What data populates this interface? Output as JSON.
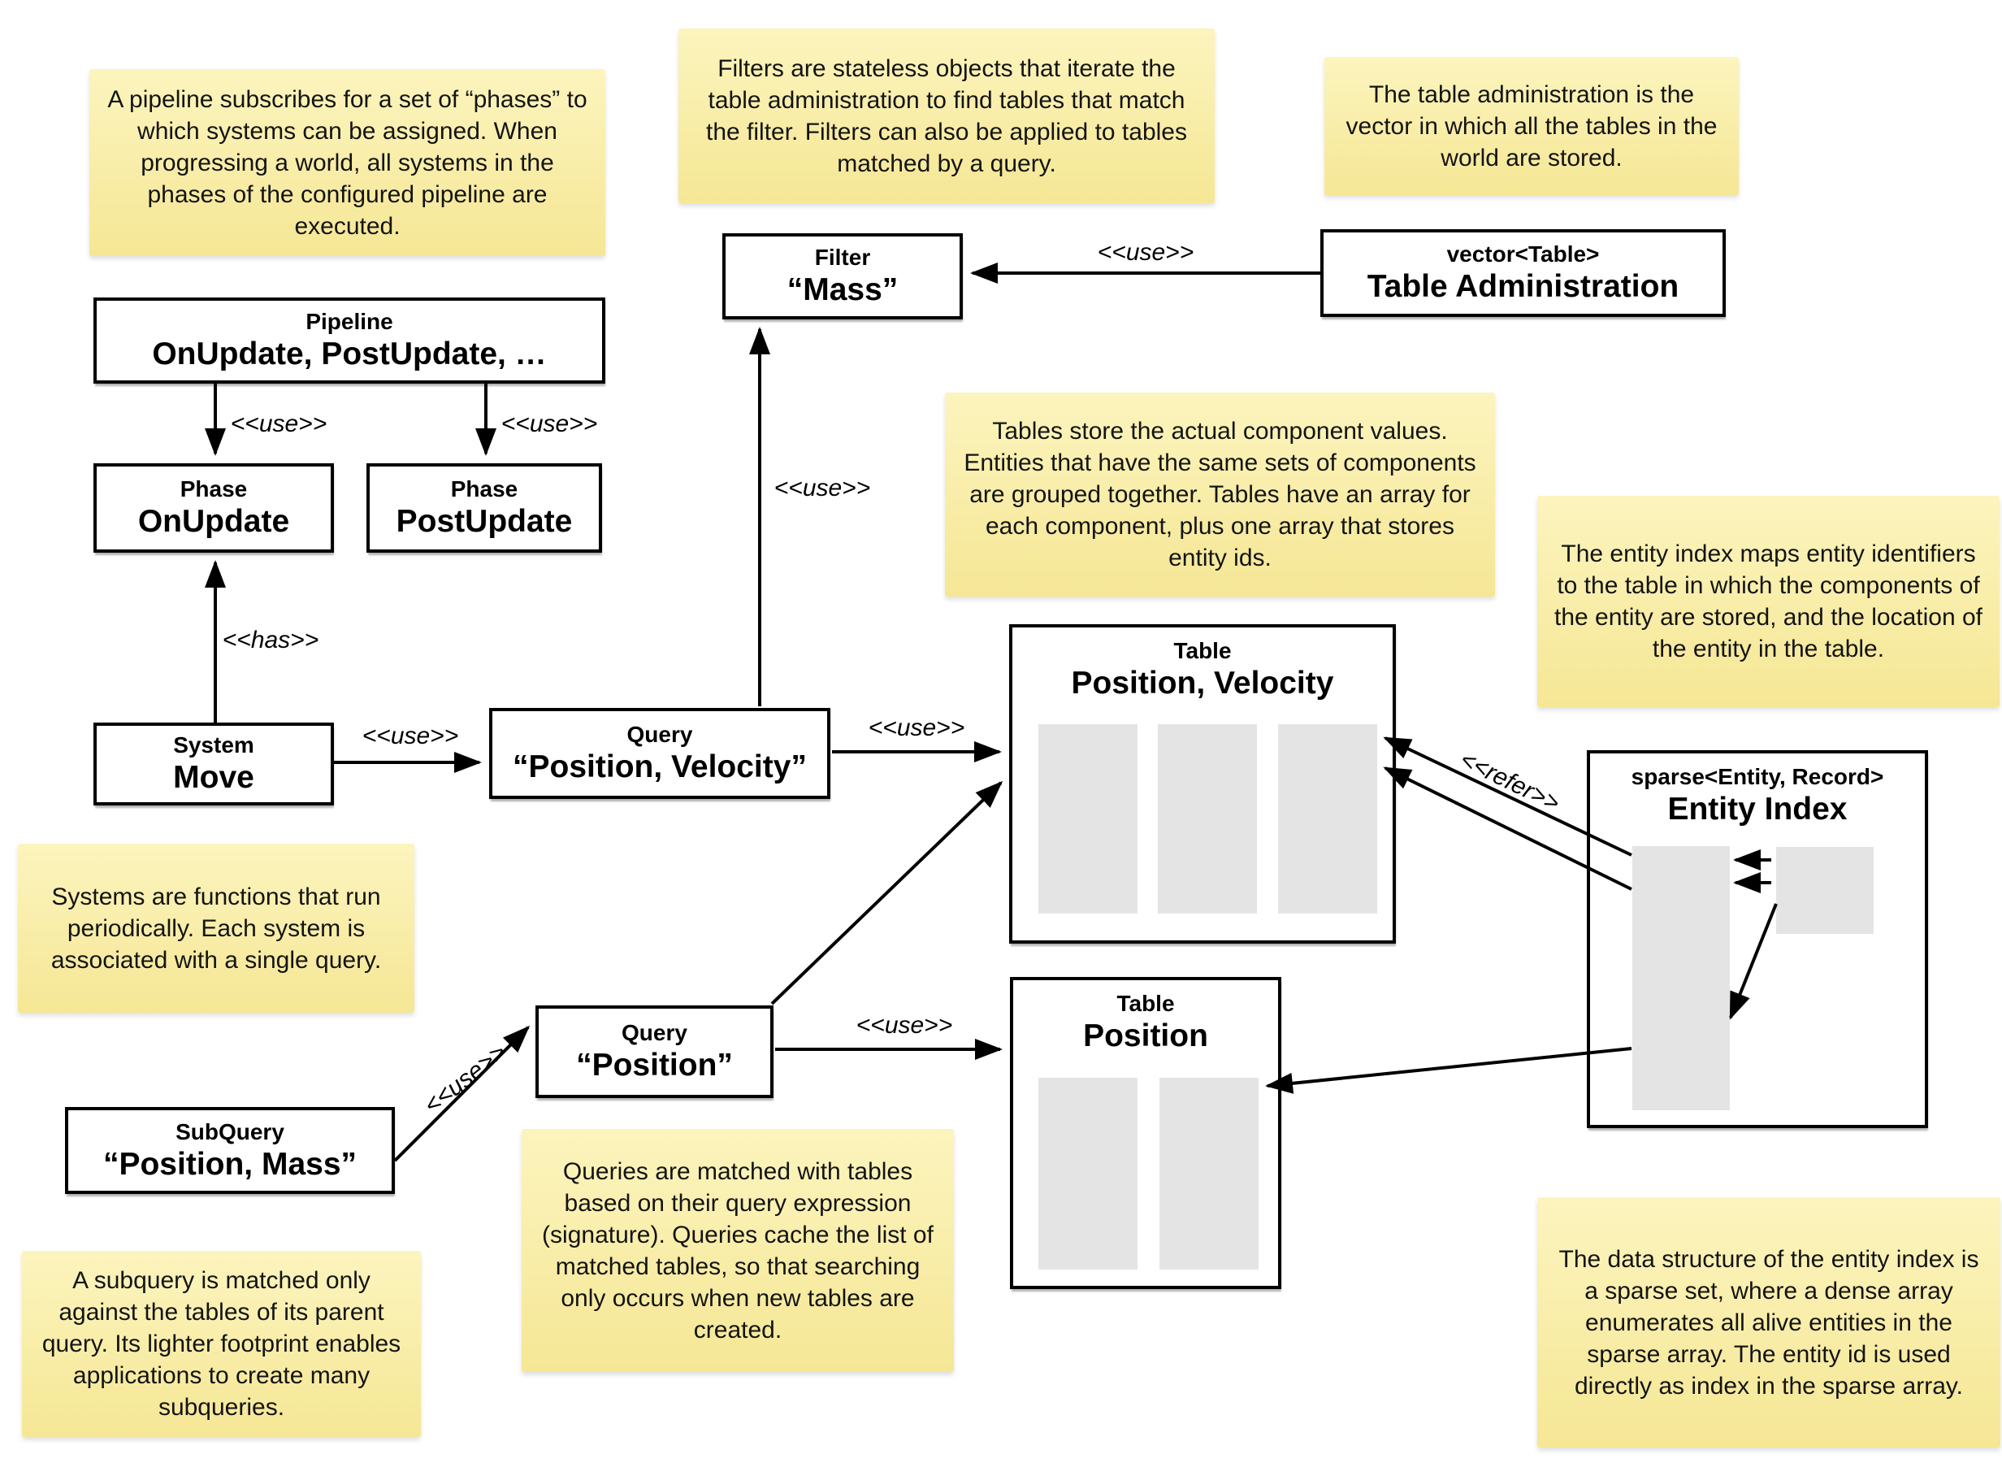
{
  "notes": {
    "pipeline": "A pipeline subscribes for a set of “phases” to which systems can be assigned. When progressing a world, all systems in the phases of the configured pipeline are executed.",
    "filters": "Filters are stateless objects that iterate the table administration to find tables that match the filter. Filters can also be applied to tables matched by a query.",
    "table_admin": "The table administration is the vector in which all the tables in the world are stored.",
    "tables": "Tables store the actual component values. Entities that have the same sets of components are grouped together. Tables have an array for each component, plus one array that stores entity ids.",
    "entity_index": "The entity index maps entity identifiers to the table in which the components of the entity are stored, and the location of the entity in the table.",
    "systems": "Systems are functions that run periodically. Each system is associated with a single query.",
    "queries": "Queries are matched with tables based on their query expression (signature). Queries cache the list of matched tables, so that searching only occurs when new tables are created.",
    "subquery": "A subquery is matched only against the tables of its parent query. Its lighter footprint enables applications to create many subqueries.",
    "sparse_set": "The data structure of the entity index is a sparse set, where a dense array enumerates all alive entities in the sparse array. The entity id is used directly as index in the sparse array."
  },
  "boxes": {
    "pipeline": {
      "stereotype": "Pipeline",
      "name": "OnUpdate, PostUpdate, …"
    },
    "phase_onupdate": {
      "stereotype": "Phase",
      "name": "OnUpdate"
    },
    "phase_postupdate": {
      "stereotype": "Phase",
      "name": "PostUpdate"
    },
    "system_move": {
      "stereotype": "System",
      "name": "Move"
    },
    "query_pv": {
      "stereotype": "Query",
      "name": "“Position, Velocity”"
    },
    "filter_mass": {
      "stereotype": "Filter",
      "name": "“Mass”"
    },
    "table_admin": {
      "stereotype": "vector<Table>",
      "name": "Table Administration"
    },
    "query_position": {
      "stereotype": "Query",
      "name": "“Position”"
    },
    "subquery": {
      "stereotype": "SubQuery",
      "name": "“Position, Mass”"
    },
    "table_pv": {
      "stereotype": "Table",
      "name": "Position, Velocity"
    },
    "table_position": {
      "stereotype": "Table",
      "name": "Position"
    },
    "entity_index": {
      "stereotype": "sparse<Entity, Record>",
      "name": "Entity Index"
    }
  },
  "edge_labels": {
    "use": "<<use>>",
    "has": "<<has>>",
    "refer": "<<refer>>"
  },
  "colors": {
    "note_background_top": "#FCF4BE",
    "note_background_bottom": "#F5E795",
    "box_background": "#FFFFFF",
    "box_border": "#000000",
    "array_fill": "#E4E4E4",
    "line": "#000000"
  }
}
